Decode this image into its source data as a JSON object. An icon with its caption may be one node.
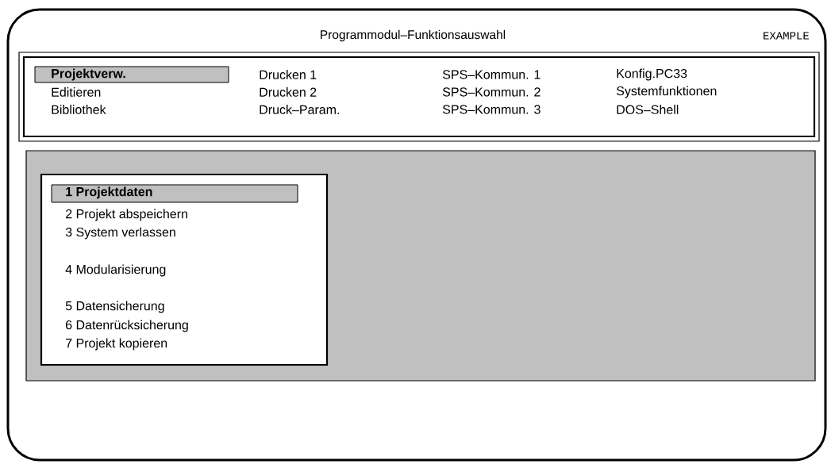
{
  "diagram": {
    "title": "Programmodul–Funktionsauswahl",
    "nodes": [
      {
        "text": [
          "Editieren",
          "Bibliothek",
          "Drucken 1",
          "Drucken 2",
          "Druck–Param.",
          "SPS–Kommun. 1",
          "SPS–Kommun. 2",
          "SPS–Kommun. 3",
          "Konfig.PC33",
          "Systemfunktionen",
          "DOS–Shell"
        ]
      },
      {
        "text": [
          "Projektverw."
        ],
        "in": 0
      },
      {
        "text": [],
        "shape": "box"
      },
      {
        "text": [
          "2 Projekt abspeichern",
          "3 System verlassen",
          "4 Modularisierung",
          "5 Datensicherung",
          "6 Datenrücksicherung",
          "7 Projekt kopieren"
        ],
        "in": 2
      },
      {
        "text": [
          "1 Projektdaten"
        ],
        "in": 3
      }
    ],
    "labels": [
      "EXAMPLE"
    ]
  }
}
